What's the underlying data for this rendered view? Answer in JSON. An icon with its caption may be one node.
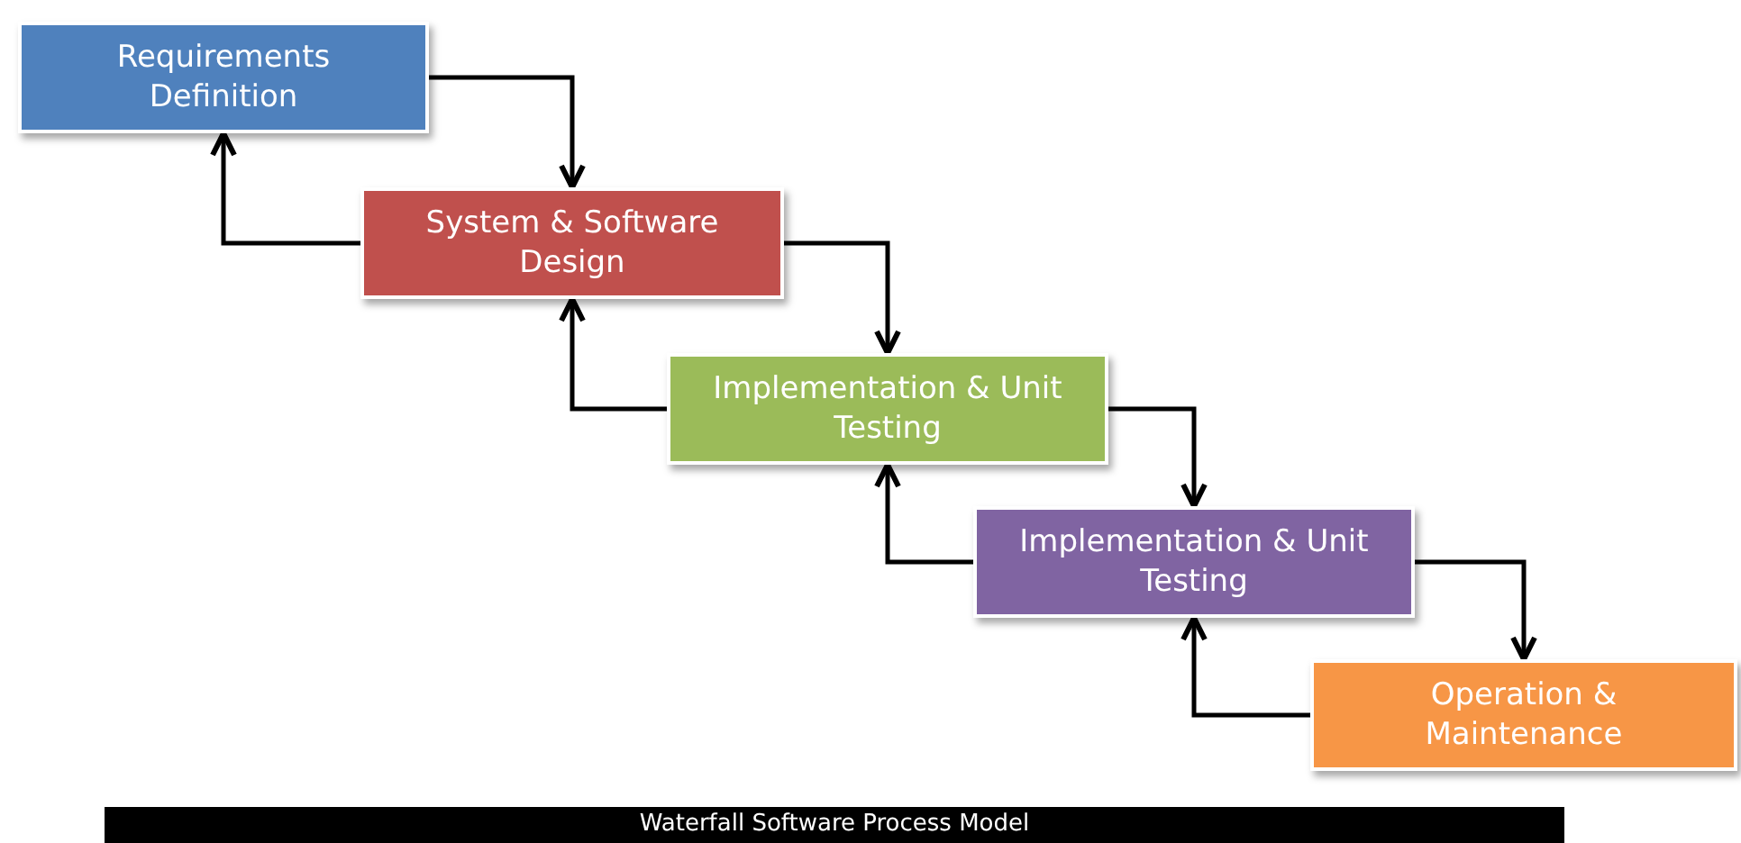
{
  "diagram": {
    "caption": "Waterfall Software Process Model",
    "nodes": [
      {
        "text": [
          "Requirements Definition"
        ]
      },
      {
        "text": [
          "System & Software Design"
        ]
      },
      {
        "text": [
          "Implementation & Unit Testing"
        ]
      },
      {
        "text": [
          "Implementation & Unit Testing"
        ]
      },
      {
        "text": [
          "Operation & Maintenance"
        ]
      }
    ],
    "edges": [
      {
        "from": 0,
        "to": 1,
        "arrow": "to"
      },
      {
        "from": 1,
        "to": 0,
        "arrow": "to"
      },
      {
        "from": 1,
        "to": 2,
        "arrow": "to"
      },
      {
        "from": 2,
        "to": 1,
        "arrow": "to"
      },
      {
        "from": 2,
        "to": 3,
        "arrow": "to"
      },
      {
        "from": 3,
        "to": 2,
        "arrow": "to"
      },
      {
        "from": 3,
        "to": 4,
        "arrow": "to"
      },
      {
        "from": 4,
        "to": 3,
        "arrow": "to"
      }
    ]
  }
}
